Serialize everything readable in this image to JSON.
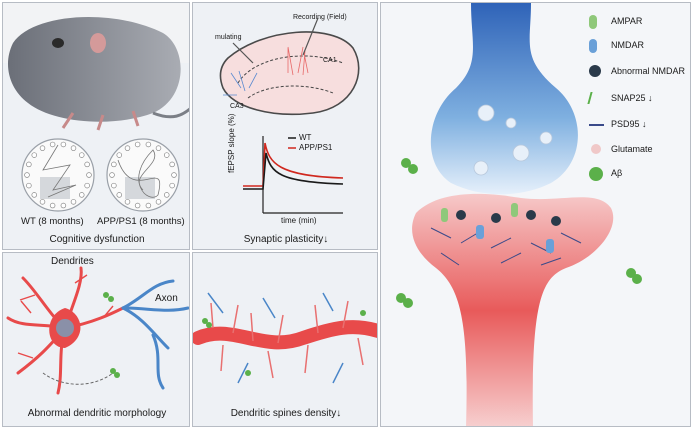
{
  "panels": {
    "cognitive": {
      "wt_label": "WT (8 months)",
      "app_label": "APP/PS1 (8 months)",
      "caption": "Cognitive dysfunction"
    },
    "plasticity": {
      "stim_label": "mulating",
      "recording_label": "Recording (Field)",
      "ca1_label": "CA1",
      "ca3_label": "CA3",
      "y_axis_label": "fEPSP slope (%)",
      "x_axis_label": "time (min)",
      "legend_wt": "WT",
      "legend_app": "APP/PS1",
      "caption": "Synaptic plasticity↓"
    },
    "morphology": {
      "dendrites_label": "Dendrites",
      "axon_label": "Axon",
      "caption": "Abnormal dendritic morphology"
    },
    "spines": {
      "caption": "Dendritic spines density↓"
    },
    "synapse_legend": [
      {
        "icon": "ampar-icon",
        "label": "AMPAR"
      },
      {
        "icon": "nmdar-icon",
        "label": "NMDAR"
      },
      {
        "icon": "abnormal-nmdar-icon",
        "label": "Abnormal NMDAR"
      },
      {
        "icon": "snap25-icon",
        "label": "SNAP25 ↓"
      },
      {
        "icon": "psd95-icon",
        "label": "PSD95 ↓"
      },
      {
        "icon": "glutamate-icon",
        "label": "Glutamate"
      },
      {
        "icon": "abeta-icon",
        "label": "Aβ"
      }
    ],
    "colors": {
      "wt_trace": "#1a1a1a",
      "app_trace": "#d0281e",
      "dendrite_red": "#e84a4a",
      "axon_blue": "#4a86c8",
      "abeta_green": "#5bb04a"
    }
  }
}
